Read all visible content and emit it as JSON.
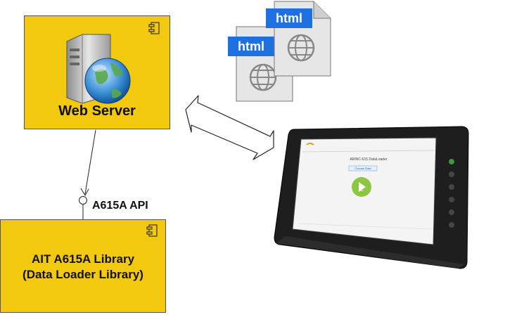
{
  "nodes": {
    "web_server": {
      "label": "Web Server"
    },
    "library": {
      "line1": "AIT A615A Library",
      "line2": "(Data Loader Library)"
    },
    "interface": {
      "label": "A615A API"
    }
  },
  "documents": [
    {
      "tag": "html"
    },
    {
      "tag": "html"
    }
  ],
  "tablet_screen": {
    "app_title": "ARINC-615 DataLoader",
    "button_label": "Choose Data",
    "play_label": "Start"
  },
  "colors": {
    "component_fill": "#F2C90F",
    "doc_tag": "#1F6FE0",
    "play_button": "#8DC63F"
  },
  "icons": [
    "component-icon",
    "server-globe-icon",
    "html-document-icon",
    "bidirectional-arrow-icon",
    "tablet-device"
  ]
}
